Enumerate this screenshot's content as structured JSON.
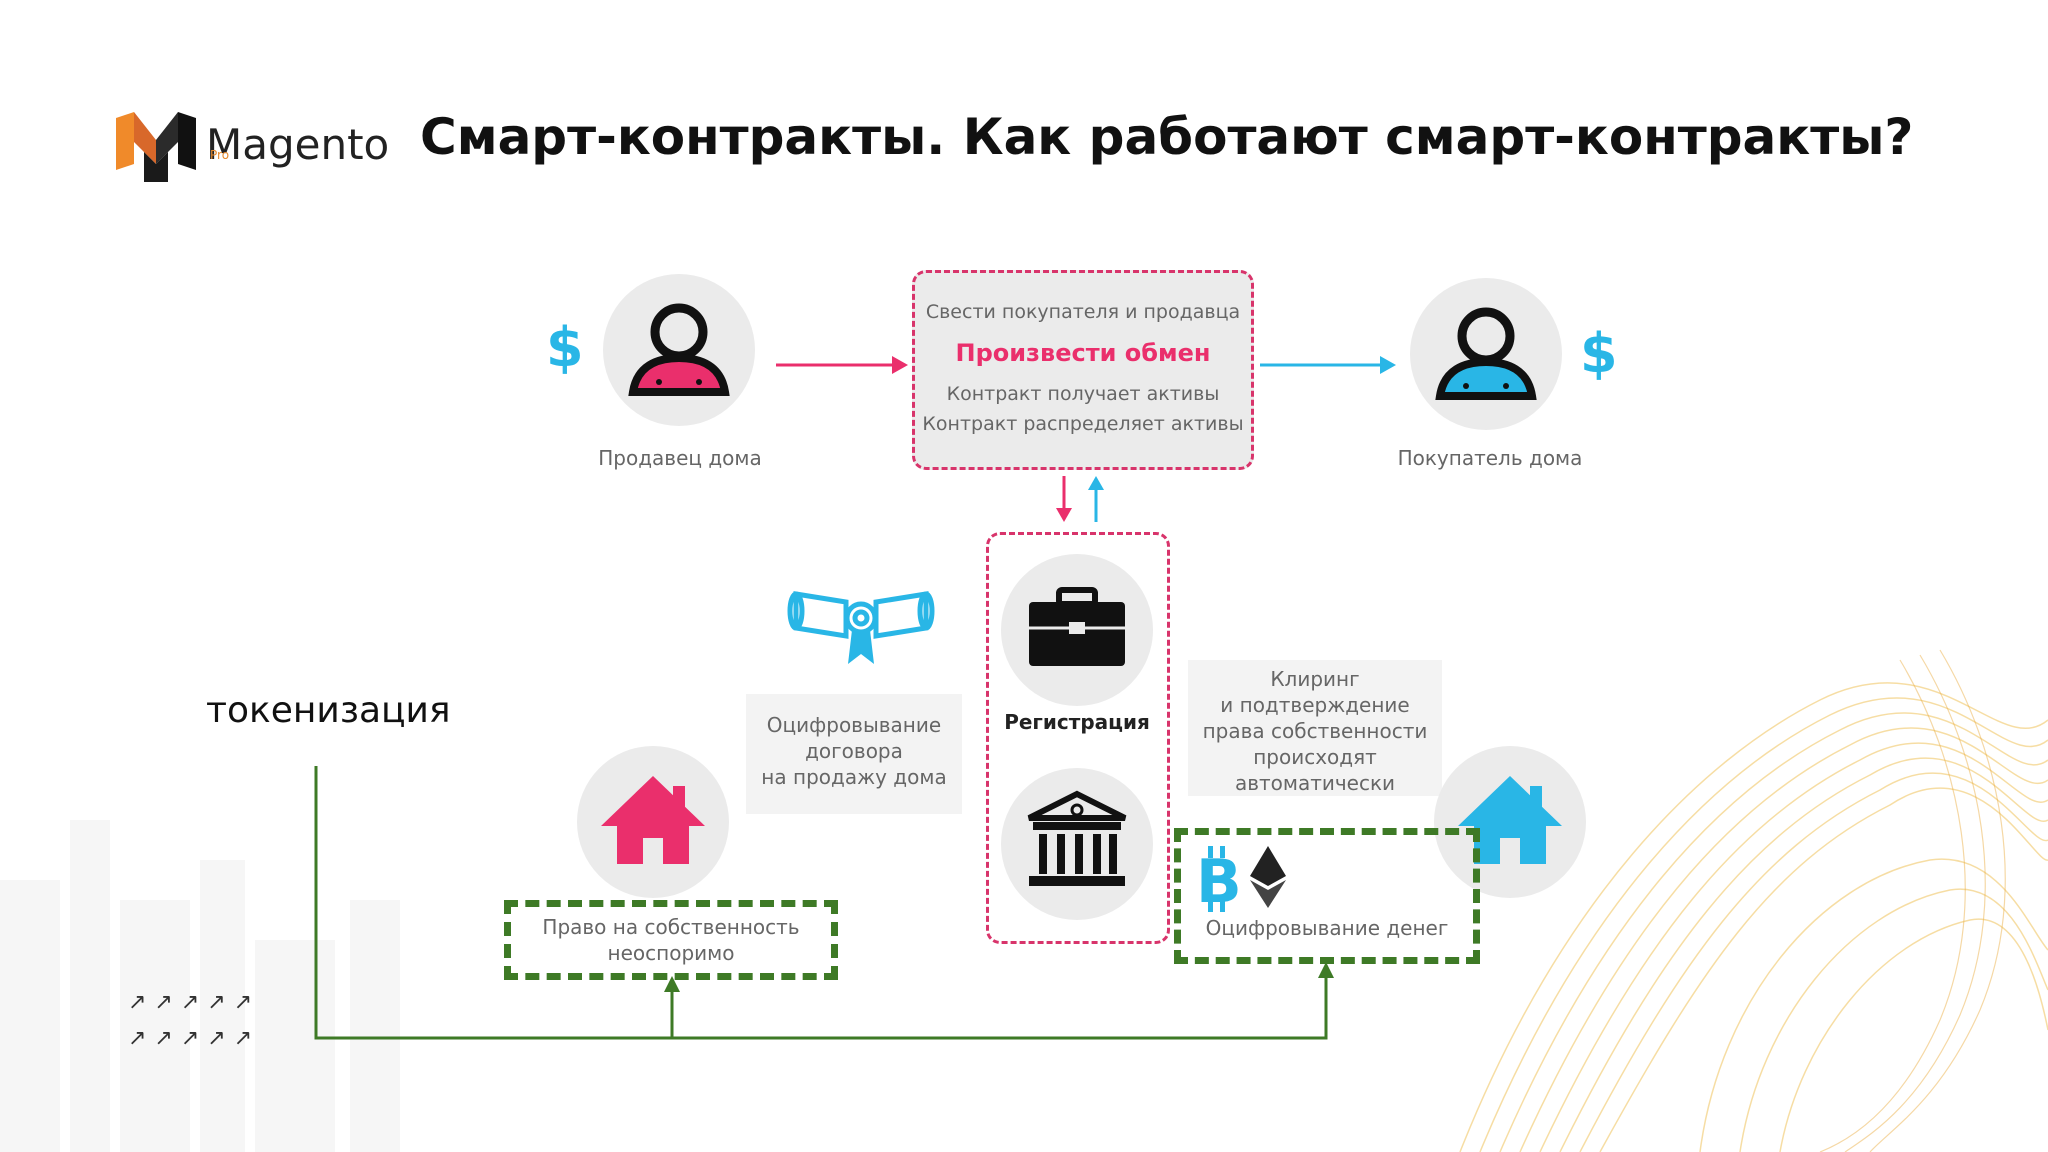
{
  "logo": {
    "text": "Magento",
    "pro": "Pro"
  },
  "title": "Смарт-контракты. Как работают смарт-контракты?",
  "seller": {
    "label": "Продавец дома",
    "currency": "$"
  },
  "buyer": {
    "label": "Покупатель дома",
    "currency": "$"
  },
  "center_box": {
    "line1": "Свести покупателя и продавца",
    "main": "Произвести обмен",
    "line2": "Контракт получает активы",
    "line3": "Контракт распределяет активы"
  },
  "registration": {
    "label": "Регистрация"
  },
  "digitize_contract": {
    "lines": [
      "Оцифровывание",
      "договора",
      "на продажу дома"
    ]
  },
  "clearing": {
    "lines": [
      "Клиринг",
      "и подтверждение",
      "права собственности",
      "происходят",
      "автоматически"
    ]
  },
  "ownership": {
    "lines": [
      "Право на собственность",
      "неоспоримо"
    ]
  },
  "digitize_money": {
    "label": "Оцифровывание денег"
  },
  "tokenization": "токенизация",
  "arrows_decor": [
    "↗↗↗↗↗",
    "↗↗↗↗↗"
  ],
  "colors": {
    "pink": "#ea2f6c",
    "blue": "#29b6e6",
    "green": "#3e7a26",
    "accent_orange": "#e8892b"
  }
}
